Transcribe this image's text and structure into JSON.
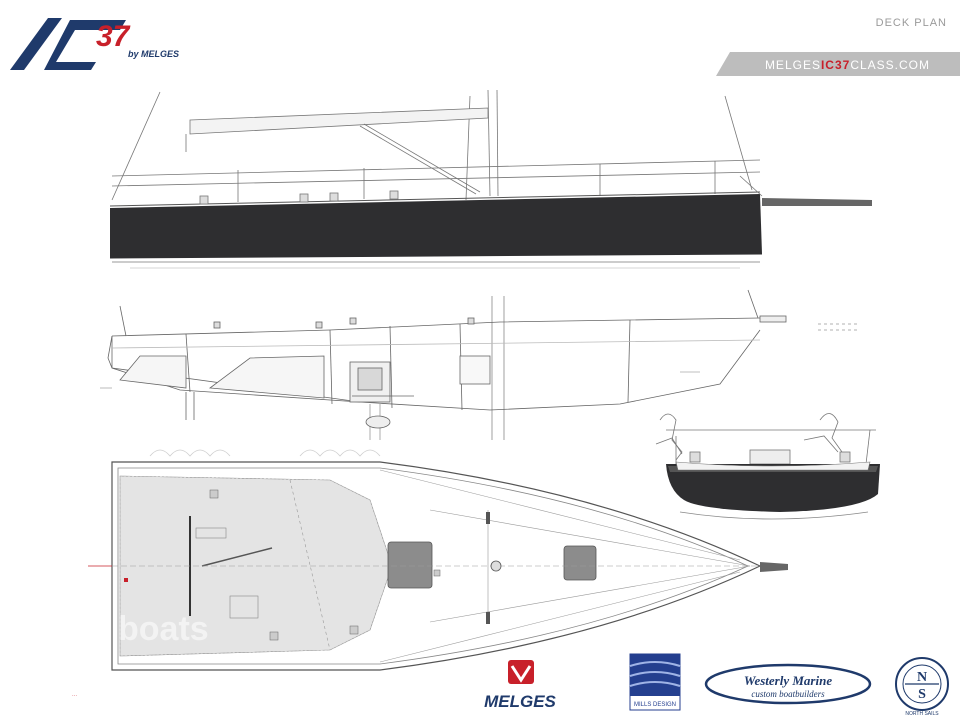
{
  "header": {
    "logo_main": "IC37",
    "logo_by": "by MELGES",
    "doc_title": "DECK PLAN",
    "website_prefix": "MELGES",
    "website_mid": "IC37",
    "website_suffix": "CLASS.COM"
  },
  "footer": {
    "melges_label": "MELGES",
    "mills_label": "MILLS DESIGN",
    "westerly_title": "Westerly Marine",
    "westerly_sub": "custom boatbuilders",
    "north_top": "N",
    "north_bottom": "S",
    "north_ring": "NORTH SAILS"
  },
  "colors": {
    "brand_navy": "#1f3a6b",
    "brand_red": "#c8202a",
    "hull_dark": "#2e2e30",
    "banner_grey": "#b7b7b7",
    "mills_blue": "#243f8f"
  }
}
